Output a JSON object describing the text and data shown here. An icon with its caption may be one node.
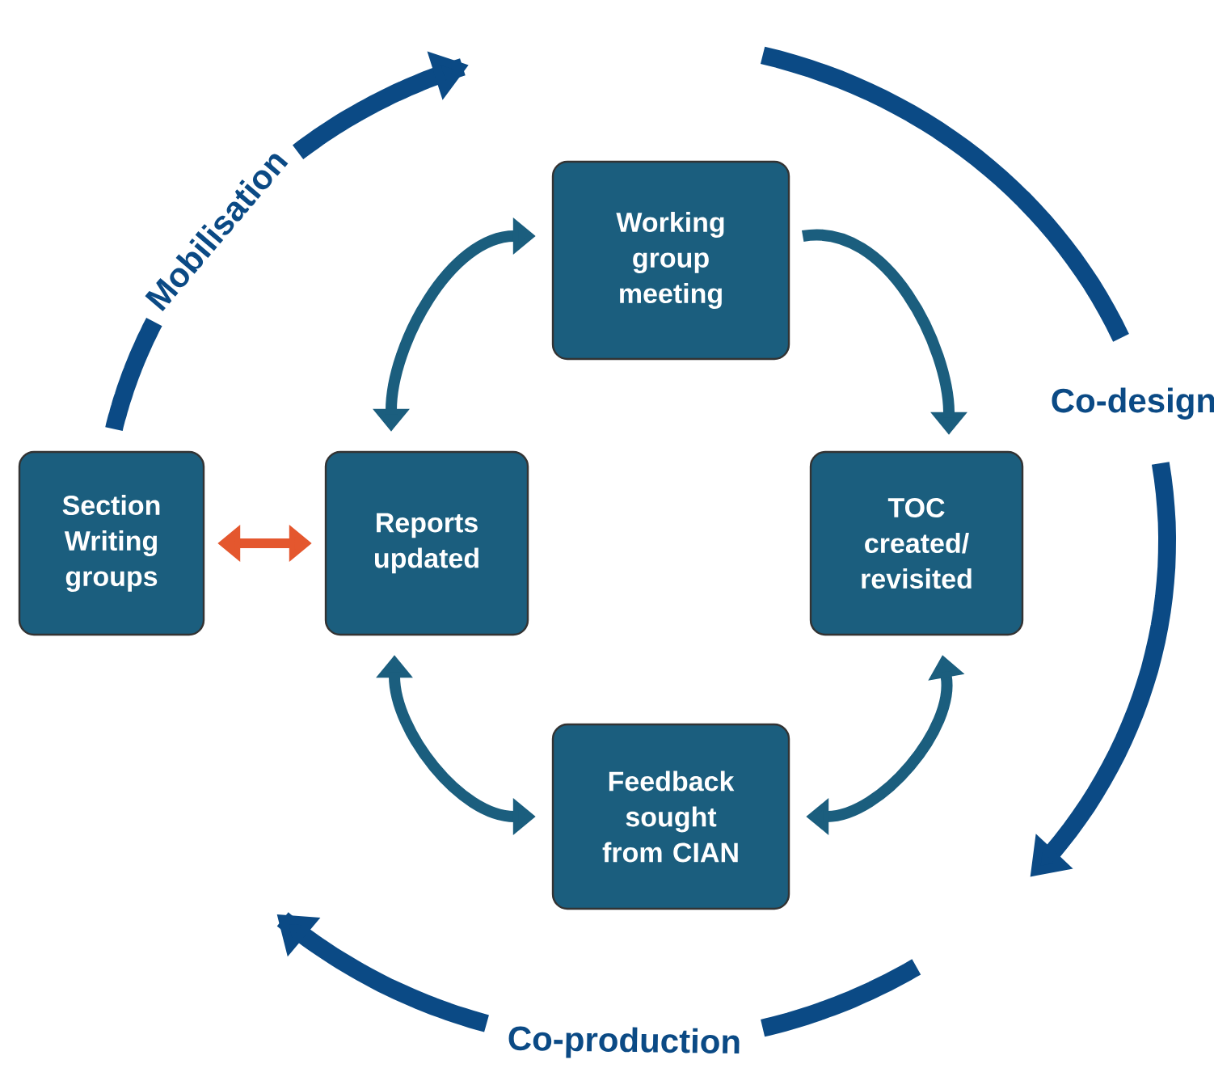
{
  "diagram": {
    "nodes": [
      {
        "text": [
          "Working group meeting"
        ]
      },
      {
        "text": [
          "Section Writing groups"
        ]
      },
      {
        "text": [
          "Reports updated"
        ]
      },
      {
        "text": [
          "TOC created/ revisited"
        ]
      },
      {
        "text": [
          "Feedback sought from CIAN"
        ]
      }
    ],
    "edges": [
      {
        "from": 0,
        "to": 3,
        "arrow": "to"
      },
      {
        "from": 3,
        "to": 4,
        "arrow": "both"
      },
      {
        "from": 4,
        "to": 2,
        "arrow": "both"
      },
      {
        "from": 2,
        "to": 0,
        "arrow": "both"
      },
      {
        "from": 1,
        "to": 2,
        "arrow": "both",
        "color": "#e4572e"
      }
    ],
    "labels": [
      "Mobilisation",
      "Co-design",
      "Co-production"
    ]
  }
}
